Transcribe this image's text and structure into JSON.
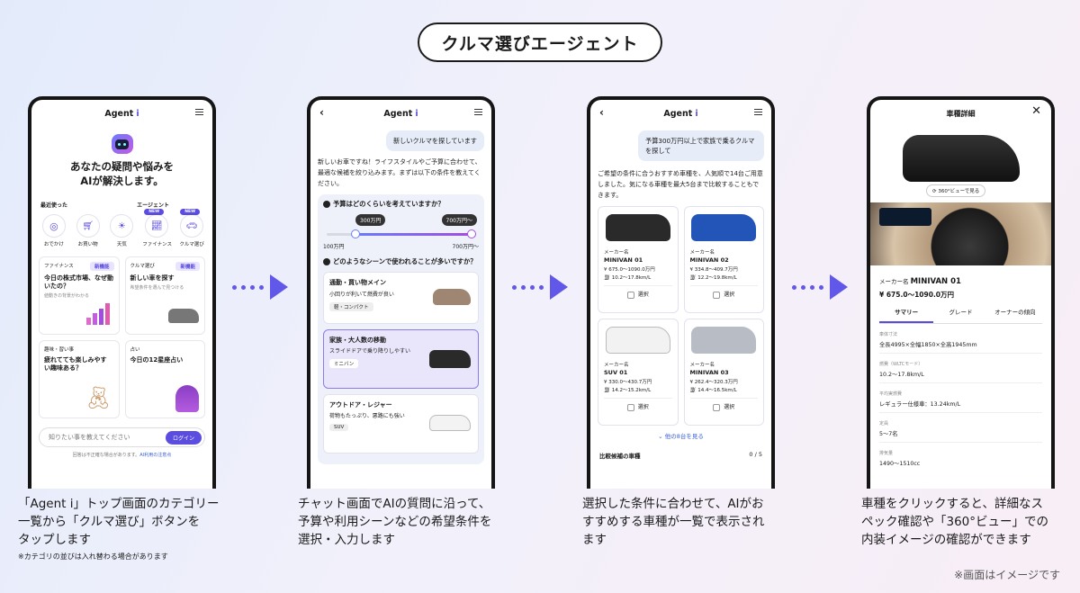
{
  "header": {
    "title": "クルマ選びエージェント"
  },
  "footnote": "※画面はイメージです",
  "captions": [
    {
      "lines": [
        "「Agent i」トップ画面のカテゴリー",
        "一覧から「クルマ選び」ボタンを",
        "タップします"
      ],
      "note": "※カテゴリの並びは入れ替わる場合があります"
    },
    {
      "lines": [
        "チャット画面でAIの質問に沿って、",
        "予算や利用シーンなどの希望条件を",
        "選択・入力します"
      ]
    },
    {
      "lines": [
        "選択した条件に合わせて、AIがお",
        "すすめする車種が一覧で表示され",
        "ます"
      ]
    },
    {
      "lines": [
        "車種をクリックすると、詳細なス",
        "ペック確認や「360°ビュー」での",
        "内装イメージの確認ができます"
      ]
    }
  ],
  "screen1": {
    "logo": "Agent",
    "logo_i": "i",
    "headline": [
      "あなたの疑問や悩みを",
      "AIが解決します。"
    ],
    "recent_label": "最近使った",
    "agent_label": "エージェント",
    "icons": [
      {
        "label": "おでかけ",
        "icon": "map-pin-icon"
      },
      {
        "label": "お買い物",
        "icon": "cart-icon"
      },
      {
        "label": "天気",
        "icon": "weather-icon"
      },
      {
        "label": "ファイナンス",
        "icon": "chart-icon",
        "badge": "NEW"
      },
      {
        "label": "クルマ選び",
        "icon": "car-icon",
        "badge": "NEW"
      }
    ],
    "cards": [
      {
        "category": "ファイナンス",
        "badge": "新機能",
        "title": "今日の株式市場、なぜ動いたの？",
        "sub": "値動きの背景がわかる"
      },
      {
        "category": "クルマ選び",
        "badge": "新機能",
        "title": "新しい車を探す",
        "sub": "希望条件を選んで見つける"
      },
      {
        "category": "趣味・習い事",
        "title": "疲れてても楽しみやすい趣味ある？",
        "sub": ""
      },
      {
        "category": "占い",
        "title": "今日の12星座占い",
        "sub": ""
      }
    ],
    "input_placeholder": "知りたい事を教えてください",
    "login_label": "ログイン",
    "disclaimer": "回答は不正確な場合があります。",
    "disclaimer_link": "AI利用の注意点"
  },
  "screen2": {
    "logo": "Agent",
    "logo_i": "i",
    "user_msg": "新しいクルマを探しています",
    "ai_msg": "新しいお車ですね！ライフスタイルやご予算に合わせて、最適な候補を絞り込みます。まずは以下の条件を教えてください。",
    "q1": "予算はどのくらいを考えていますか？",
    "slider_min_tag": "300万円",
    "slider_max_tag": "700万円〜",
    "slider_low": "100万円",
    "slider_high": "700万円〜",
    "slider_selected": [
      0.2,
      1.0
    ],
    "q2": "どのようなシーンで使われることが多いですか？",
    "options": [
      {
        "title": "通勤・買い物メイン",
        "sub": "小回りが利いて燃費が良い",
        "tag": "軽・コンパクト",
        "selected": false
      },
      {
        "title": "家族・大人数の移動",
        "sub": "スライドドアで乗り降りしやすい",
        "tag": "ミニバン",
        "selected": true
      },
      {
        "title": "アウトドア・レジャー",
        "sub": "荷物もたっぷり、悪路にも強い",
        "tag": "SUV",
        "selected": false
      }
    ]
  },
  "screen3": {
    "logo": "Agent",
    "logo_i": "i",
    "user_msg": "予算300万円以上で家族で乗るクルマを探して",
    "ai_msg": "ご希望の条件に合うおすすめ車種を、人気順で14台ご用意しました。気になる車種を最大5台まで比較することもできます。",
    "cars": [
      {
        "maker": "メーカー名",
        "name": "MINIVAN 01",
        "price": "675.0〜1090.0万円",
        "fuel": "10.2〜17.8km/L",
        "color": "#2a2a2a"
      },
      {
        "maker": "メーカー名",
        "name": "MINIVAN 02",
        "price": "334.8〜409.7万円",
        "fuel": "12.2〜19.8km/L",
        "color": "#2354b8"
      },
      {
        "maker": "メーカー名",
        "name": "SUV 01",
        "price": "330.0〜430.7万円",
        "fuel": "14.2〜15.2km/L",
        "color": "#f2f2f2"
      },
      {
        "maker": "メーカー名",
        "name": "MINIVAN 03",
        "price": "262.4〜320.3万円",
        "fuel": "14.4〜16.5km/L",
        "color": "#b8bcc4"
      }
    ],
    "select_label": "選択",
    "more_label": "他の8台を見る",
    "compare_label": "比較候補の車種",
    "compare_count": "0 / 5"
  },
  "screen4": {
    "title": "車種詳細",
    "view360": "360°ビューで見る",
    "maker": "メーカー名",
    "name": "MINIVAN 01",
    "price": "675.0〜1090.0万円",
    "tabs": [
      "サマリー",
      "グレード",
      "オーナーの傾向"
    ],
    "specs": [
      {
        "label": "車体寸法",
        "value": "全長4995×全幅1850×全高1945mm"
      },
      {
        "label": "燃費（WLTCモード）",
        "value": "10.2〜17.8km/L"
      },
      {
        "label": "平均実燃費",
        "value": "レギュラー仕様車：13.24km/L"
      },
      {
        "label": "定員",
        "value": "5〜7名"
      },
      {
        "label": "排気量",
        "value": "1490〜1510cc"
      }
    ]
  },
  "colors": {
    "accent": "#5b4de0",
    "arrow": "#6157e8"
  }
}
